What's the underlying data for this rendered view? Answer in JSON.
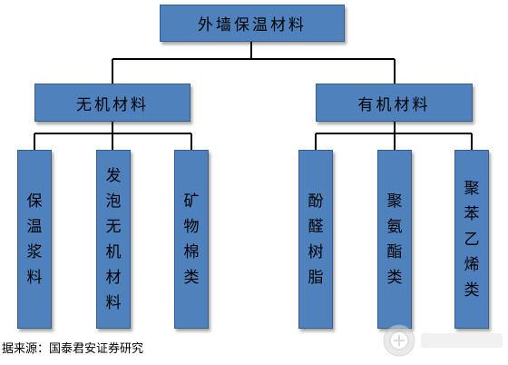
{
  "diagram": {
    "root": {
      "label": "外墙保温材料"
    },
    "groups": [
      {
        "label": "无机材料",
        "children": [
          "保温浆料",
          "发泡无机材料",
          "矿物棉类"
        ]
      },
      {
        "label": "有机材料",
        "children": [
          "酚醛树脂",
          "聚氨酯类",
          "聚苯乙烯类"
        ]
      }
    ]
  },
  "source_note": "据来源：国泰君安证券研究",
  "colors": {
    "box_fill": "#4f81bd",
    "box_border": "#385d8a",
    "connector": "#000000"
  }
}
